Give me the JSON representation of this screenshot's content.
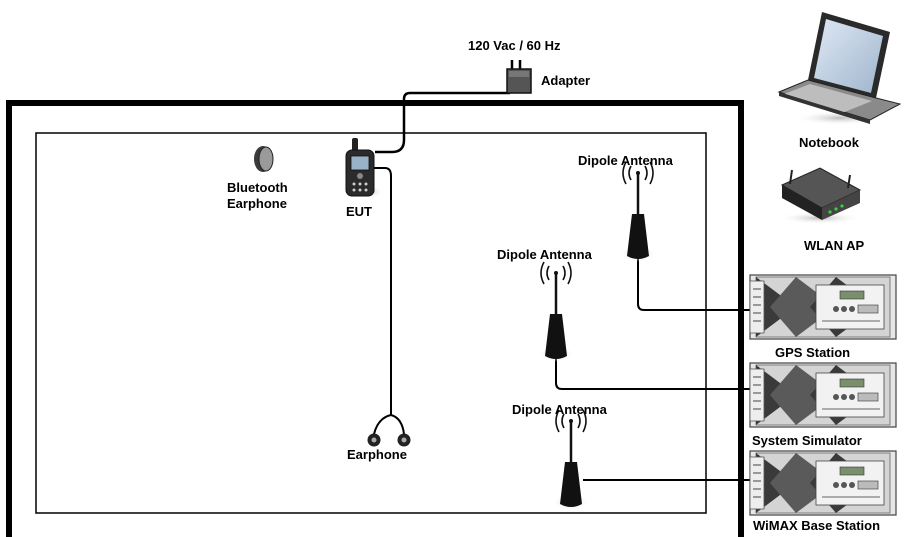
{
  "labels": {
    "power": "120 Vac / 60 Hz",
    "adapter": "Adapter",
    "notebook": "Notebook",
    "wlan_ap": "WLAN AP",
    "bt_line1": "Bluetooth",
    "bt_line2": "Earphone",
    "eut": "EUT",
    "earphone": "Earphone",
    "dipole_1": "Dipole Antenna",
    "dipole_2": "Dipole Antenna",
    "dipole_3": "Dipole Antenna",
    "gps_station": "GPS Station",
    "system_simulator": "System Simulator",
    "wimax_base_station": "WiMAX Base Station"
  },
  "icons": [
    "power-plug-icon",
    "adapter-icon",
    "notebook-icon",
    "wlan-ap-icon",
    "bluetooth-earphone-icon",
    "eut-phone-icon",
    "earphone-icon",
    "dipole-antenna-icon",
    "rack-instrument-icon"
  ],
  "colors": {
    "line": "#000000",
    "chamber_border": "#000000",
    "background": "#ffffff"
  }
}
